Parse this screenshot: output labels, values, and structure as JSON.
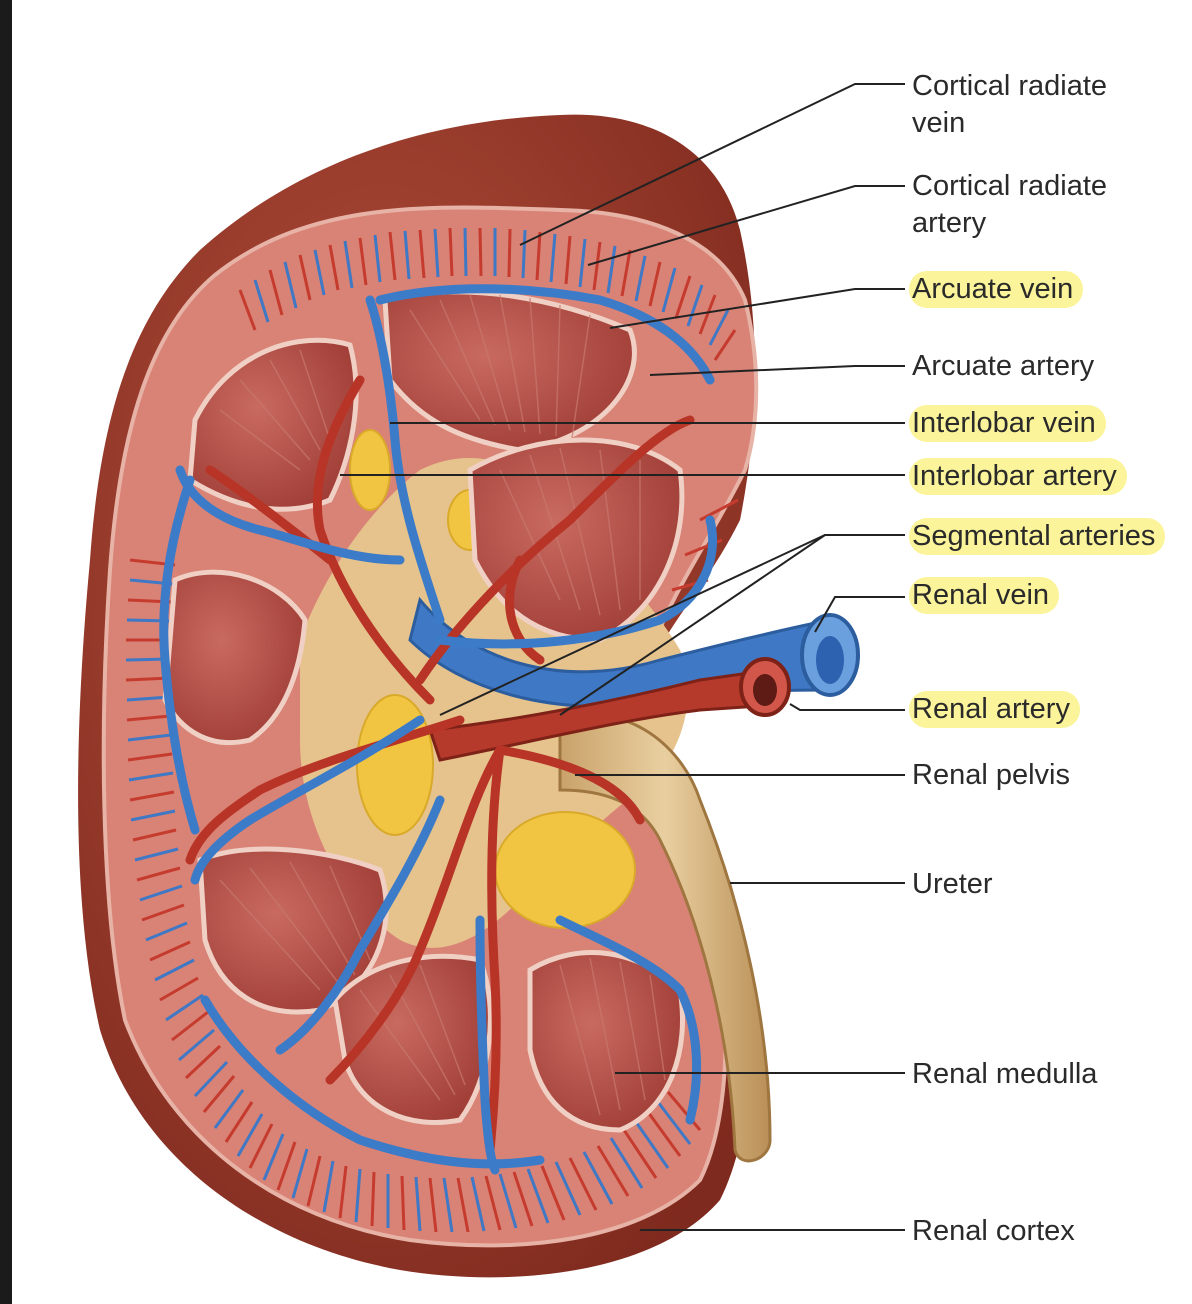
{
  "labels": [
    {
      "id": "cortical-radiate-vein",
      "text": "Cortical radiate\nvein",
      "highlighted": false
    },
    {
      "id": "cortical-radiate-artery",
      "text": "Cortical radiate\nartery",
      "highlighted": false
    },
    {
      "id": "arcuate-vein",
      "text": "Arcuate vein",
      "highlighted": true
    },
    {
      "id": "arcuate-artery",
      "text": "Arcuate artery",
      "highlighted": false
    },
    {
      "id": "interlobar-vein",
      "text": "Interlobar vein",
      "highlighted": true
    },
    {
      "id": "interlobar-artery",
      "text": "Interlobar artery",
      "highlighted": true
    },
    {
      "id": "segmental-arteries",
      "text": "Segmental arteries",
      "highlighted": true
    },
    {
      "id": "renal-vein",
      "text": "Renal vein",
      "highlighted": true
    },
    {
      "id": "renal-artery",
      "text": "Renal artery",
      "highlighted": true
    },
    {
      "id": "renal-pelvis",
      "text": "Renal pelvis",
      "highlighted": false
    },
    {
      "id": "ureter",
      "text": "Ureter",
      "highlighted": false
    },
    {
      "id": "renal-medulla",
      "text": "Renal medulla",
      "highlighted": false
    },
    {
      "id": "renal-cortex",
      "text": "Renal cortex",
      "highlighted": false
    }
  ],
  "colors": {
    "highlight": "#fbf49a",
    "capsule": "#9a3b2a",
    "cortex": "#d9847a",
    "medulla": "#b9554c",
    "sinus": "#e8c48a",
    "fat": "#f2c640",
    "artery": "#c0392b",
    "vein": "#3d7ec9",
    "leader": "#222222"
  }
}
